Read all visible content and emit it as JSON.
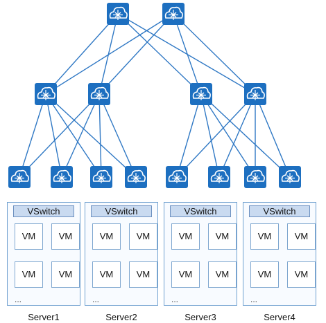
{
  "devices": {
    "core": [
      "core-switch-1",
      "core-switch-2"
    ],
    "aggregation": [
      "agg-switch-1",
      "agg-switch-2",
      "agg-switch-3",
      "agg-switch-4"
    ],
    "access": [
      "access-switch-1",
      "access-switch-2",
      "access-switch-3",
      "access-switch-4",
      "access-switch-5",
      "access-switch-6",
      "access-switch-7",
      "access-switch-8"
    ],
    "icon": "cloud-router-icon",
    "colors": {
      "device_fill": "#1d6fc0",
      "link": "#2f78c4",
      "server_border": "#6fa0cf",
      "vswitch_fill": "#c9daf0"
    }
  },
  "servers": [
    {
      "name": "Server1",
      "vswitch": "VSwitch",
      "vms": [
        "VM",
        "VM",
        "VM",
        "VM"
      ],
      "more": "..."
    },
    {
      "name": "Server2",
      "vswitch": "VSwitch",
      "vms": [
        "VM",
        "VM",
        "VM",
        "VM"
      ],
      "more": "..."
    },
    {
      "name": "Server3",
      "vswitch": "VSwitch",
      "vms": [
        "VM",
        "VM",
        "VM",
        "VM"
      ],
      "more": "..."
    },
    {
      "name": "Server4",
      "vswitch": "VSwitch",
      "vms": [
        "VM",
        "VM",
        "VM",
        "VM"
      ],
      "more": "..."
    }
  ]
}
